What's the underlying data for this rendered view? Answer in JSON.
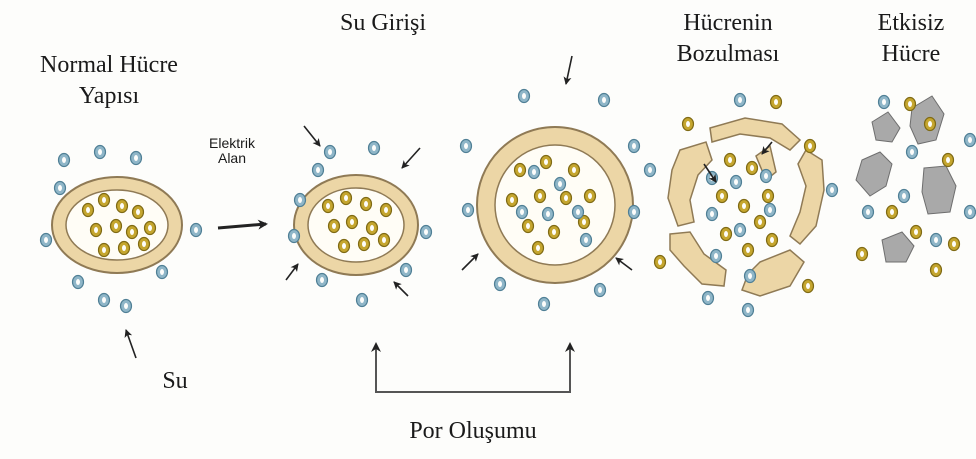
{
  "labels": {
    "normal_line1": "Normal Hücre",
    "normal_line2": "Yapısı",
    "water_inflow": "Su Girişi",
    "damage_line1": "Hücrenin",
    "damage_line2": "Bozulması",
    "inactive_line1": "Etkisiz",
    "inactive_line2": "Hücre",
    "field_line1": "Elektrik",
    "field_line2": "Alan",
    "water": "Su",
    "pore_formation": "Por Oluşumu"
  },
  "colors": {
    "membrane_fill": "#ecd6a6",
    "membrane_stroke": "#8f7a55",
    "water_particle": "#8fb6c8",
    "ion_particle": "#c5a62f",
    "debris": "#a9a9a9",
    "arrow": "#222222"
  },
  "icons": [
    "cell-membrane",
    "water-molecule",
    "ion-particle",
    "arrow",
    "cell-debris"
  ]
}
